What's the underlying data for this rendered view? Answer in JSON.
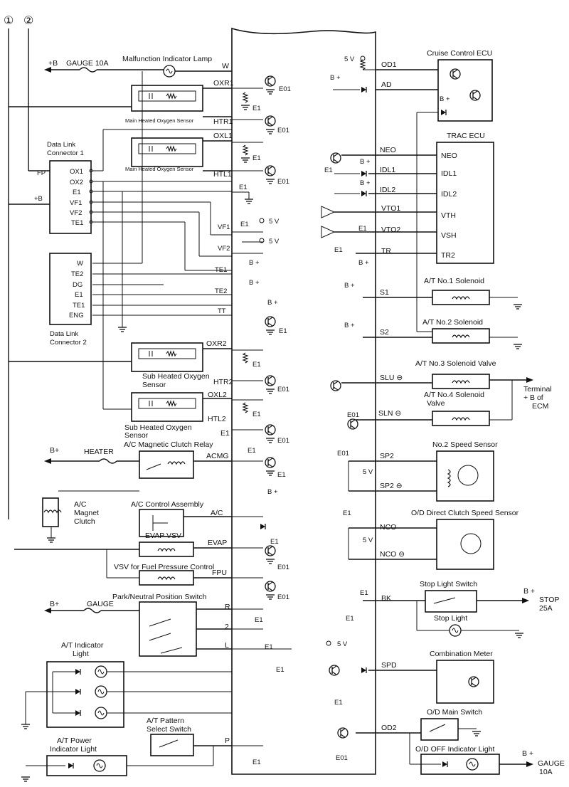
{
  "markers": {
    "m1": "①",
    "m2": "②"
  },
  "left": {
    "b_plus": "+B",
    "gauge_fuse": "GAUGE 10A",
    "mil": "Malfunction Indicator Lamp",
    "main_o2_1": "Main Heated Oxygen Sensor",
    "main_o2_2": "Main Heated Oxygen Sensor",
    "dlc1_title1": "Data Link",
    "dlc1_title2": "Connector 1",
    "dlc1_fp": "FP",
    "dlc1_bplus": "+B",
    "dlc1_pins": [
      "OX1",
      "OX2",
      "E1",
      "VF1",
      "VF2",
      "TE1"
    ],
    "dlc2_pins": [
      "W",
      "TE2",
      "DG",
      "E1",
      "TE1",
      "ENG"
    ],
    "dlc2_title1": "Data Link",
    "dlc2_title2": "Connector 2",
    "sub_o2_1a": "Sub Heated Oxygen",
    "sub_o2_1b": "Sensor",
    "sub_o2_2a": "Sub Heated Oxygen",
    "sub_o2_2b": "Sensor",
    "ac_relay": "A/C Magnetic Clutch Relay",
    "ac_bplus": "B+",
    "heater": "HEATER",
    "ac_magnet1": "A/C",
    "ac_magnet2": "Magnet",
    "ac_magnet3": "Clutch",
    "ac_control": "A/C Control Assembly",
    "evap_vsv": "EVAP VSV",
    "vsv_fuel": "VSV for Fuel Pressure Control",
    "bplus_gauge": "B+",
    "gauge": "GAUGE",
    "pn_switch": "Park/Neutral Position Switch",
    "at_ind1": "A/T Indicator",
    "at_ind2": "Light",
    "at_pattern1": "A/T Pattern",
    "at_pattern2": "Select Switch",
    "at_power1": "A/T Power",
    "at_power2": "Indicator Light"
  },
  "ecm_left": {
    "w": "W",
    "oxr1": "OXR1",
    "e01a": "E01",
    "e1a": "E1",
    "htr1": "HTR1",
    "e01b": "E01",
    "oxl1": "OXL1",
    "e1b": "E1",
    "htl1": "HTL1",
    "e01c": "E01",
    "e1c": "E1",
    "vf1": "VF1",
    "e1d": "E1",
    "5va": "5 V",
    "vf2": "VF2",
    "5vb": "5 V",
    "te1": "TE1",
    "bpa": "B +",
    "te2": "TE2",
    "bpb": "B +",
    "tt": "TT",
    "bpc": "B +",
    "e1e": "E1",
    "oxr2": "OXR2",
    "e1f": "E1",
    "htr2": "HTR2",
    "e01d": "E01",
    "oxl2": "OXL2",
    "e1g": "E1",
    "htl2": "HTL2",
    "e1h": "E1",
    "e01e": "E01",
    "acmg": "ACMG",
    "e1i": "E1",
    "e1j": "E1",
    "ac": "A/C",
    "bpd": "B +",
    "e1k": "E1",
    "evap": "EVAP",
    "e01f": "E01",
    "fpu": "FPU",
    "e01g": "E01",
    "r": "R",
    "e1l": "E1",
    "two": "2",
    "e1m": "E1",
    "l": "L",
    "e1n": "E1",
    "p": "P",
    "e1o": "E1"
  },
  "ecm_right": {
    "5v": "5 V",
    "od1": "OD1",
    "bp1": "B +",
    "ad": "AD",
    "neo": "NEO",
    "idl1": "IDL1",
    "e1a": "E1",
    "bp2": "B +",
    "idl2": "IDL2",
    "bp3": "B +",
    "vto1": "VTO1",
    "e1b": "E1",
    "vto2": "VTO2",
    "e1c": "E1",
    "tr": "TR",
    "bp4": "B +",
    "bp5": "B +",
    "s1": "S1",
    "bp6": "B +",
    "s2": "S2",
    "slu": "SLU ⊖",
    "e01a": "E01",
    "sln": "SLN ⊖",
    "e01b": "E01",
    "sp2": "SP2",
    "5v2": "5 V",
    "sp2n": "SP2 ⊖",
    "e1d": "E1",
    "nco": "NCO",
    "5v3": "5 V",
    "ncon": "NCO ⊖",
    "e1e": "E1",
    "bk": "BK",
    "e1f": "E1",
    "5v4": "5 V",
    "spd": "SPD",
    "e1g": "E1",
    "od2": "OD2",
    "e01c": "E01"
  },
  "right": {
    "cruise_ecu": "Cruise Control ECU",
    "cruise_bp": "B +",
    "trac_ecu": "TRAC ECU",
    "trac_pins": [
      "NEO",
      "IDL1",
      "IDL2",
      "VTH",
      "VSH",
      "TR2"
    ],
    "sol1": "A/T No.1 Solenoid",
    "sol2": "A/T  No.2 Solenoid",
    "sol3": "A/T No.3 Solenoid Valve",
    "sol4a": "A/T No.4 Solenoid",
    "sol4b": "Valve",
    "terminal1": "Terminal",
    "terminal2": "+ B of",
    "terminal3": "ECM",
    "speed2": "No.2 Speed Sensor",
    "od_sensor": "O/D Direct Clutch Speed Sensor",
    "stop_switch": "Stop Light Switch",
    "stop_light": "Stop Light",
    "stop_bp": "B +",
    "stop": "STOP",
    "stop_fuse": "25A",
    "comb_meter": "Combination Meter",
    "od_main": "O/D Main Switch",
    "od_off": "O/D OFF Indicator Light",
    "gauge_bp": "B +",
    "gauge": "GAUGE",
    "gauge_fuse": "10A"
  }
}
